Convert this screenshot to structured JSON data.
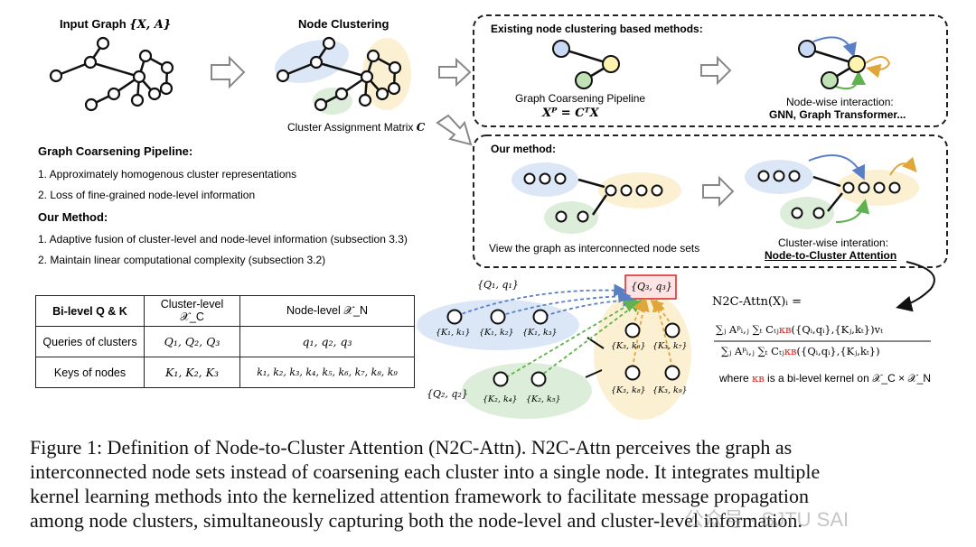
{
  "panel_top_left": {
    "input_graph_title": "Input Graph",
    "input_graph_math": "{X, A}",
    "node_clustering_title": "Node Clustering",
    "cluster_assignment_label": "Cluster Assignment Matrix",
    "cluster_assignment_math": "C"
  },
  "existing_box": {
    "title": "Existing node clustering based methods:",
    "pipeline_label": "Graph Coarsening Pipeline",
    "pipeline_formula": "Xᴾ = CᵀX",
    "interaction_label": "Node-wise interaction:",
    "interaction_methods": "GNN, Graph Transformer..."
  },
  "our_box": {
    "title": "Our method:",
    "view_label": "View the graph as interconnected node sets",
    "interaction_label": "Cluster-wise interation:",
    "interaction_name": "Node-to-Cluster Attention"
  },
  "notes": {
    "coarsening_heading": "Graph Coarsening Pipeline:",
    "coarsening_items": [
      "1. Approximately homogenous cluster representations",
      "2. Loss of fine-grained node-level information"
    ],
    "method_heading": "Our Method:",
    "method_items": [
      "1. Adaptive fusion of cluster-level and node-level information (subsection 3.3)",
      "2. Maintain linear computational complexity (subsection 3.2)"
    ]
  },
  "table": {
    "headers": [
      "Bi-level Q & K",
      "Cluster-level 𝒳_C",
      "Node-level 𝒳_N"
    ],
    "rows": [
      [
        "Queries of clusters",
        "Q₁, Q₂, Q₃",
        "q₁, q₂, q₃"
      ],
      [
        "Keys of nodes",
        "K₁, K₂, K₃",
        "k₁, k₂, k₃, k₄, k₅, k₆, k₇, k₈, k₉"
      ]
    ]
  },
  "attention_diagram": {
    "query_top": "{Q₁, q₁}",
    "query_target": "{Q₃, q₃}",
    "query_bottom": "{Q₂, q₂}",
    "node_labels": [
      "{K₁, k₁}",
      "{K₁, k₂}",
      "{K₁, k₃}",
      "{K₂, k₄}",
      "{K₂, k₅}",
      "{K₃, k₆}",
      "{K₃, k₇}",
      "{K₃, k₈}",
      "{K₃, k₉}"
    ]
  },
  "formula": {
    "lhs": "N2C-Attn(X)ᵢ =",
    "numerator_pre": "∑ⱼ Aᵖᵢ,ⱼ ∑ₜ Cₜⱼ",
    "numerator_kernel": "κʙ",
    "numerator_post": "({Qᵢ,qᵢ},{Kⱼ,kₜ})vₜ",
    "denominator_pre": "∑ⱼ Aᵖᵢ,ⱼ ∑ₜ Cₜⱼ",
    "denominator_kernel": "κʙ",
    "denominator_post": "({Qᵢ,qᵢ},{Kⱼ,kₜ})",
    "where_pre": "where",
    "where_kernel": "κʙ",
    "where_post": "is a bi-level kernel on 𝒳_C × 𝒳_N"
  },
  "caption": [
    "Figure 1: Definition of Node-to-Cluster Attention (N2C-Attn). N2C-Attn perceives the graph as",
    "interconnected node sets instead of coarsening each cluster into a single node. It integrates multiple",
    "kernel learning methods into the kernelized attention framework to facilitate message propagation",
    "among node clusters, simultaneously capturing both the node-level and cluster-level information."
  ],
  "watermark": "公众号 · SJTU SAI",
  "colors": {
    "blue_fill": "#dbe6f7",
    "yellow_fill": "#fbf0d2",
    "green_fill": "#dcedd9",
    "blue_node": "#c9d9f5",
    "yellow_node": "#fff3b0",
    "green_node": "#bfe3b5",
    "target_box_fill": "#fde3e3",
    "target_box_stroke": "#d22"
  }
}
